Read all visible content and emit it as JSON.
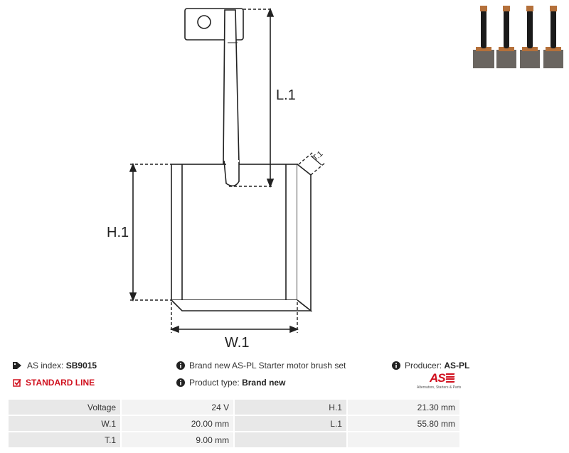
{
  "drawing": {
    "labels": {
      "l1": "L.1",
      "h1": "H.1",
      "w1": "W.1",
      "t1": "T.1"
    }
  },
  "photo": {
    "subject": "starter-motor-brush-set-photo",
    "count": 4
  },
  "info": {
    "as_index_label": "AS index:",
    "as_index_value": "SB9015",
    "standard_line": "STANDARD LINE",
    "description": "Brand new AS-PL Starter motor brush set",
    "product_type_label": "Product type:",
    "product_type_value": "Brand new",
    "producer_label": "Producer:",
    "producer_value": "AS-PL"
  },
  "logo": {
    "mark": "AS",
    "tagline": "Alternators, Starters & Parts"
  },
  "specs": {
    "rows": [
      {
        "label1": "Voltage",
        "value1": "24 V",
        "label2": "H.1",
        "value2": "21.30 mm"
      },
      {
        "label1": "W.1",
        "value1": "20.00 mm",
        "label2": "L.1",
        "value2": "55.80 mm"
      },
      {
        "label1": "T.1",
        "value1": "9.00 mm",
        "label2": "",
        "value2": ""
      }
    ]
  },
  "colors": {
    "accent": "#d0101e",
    "label_bg": "#e8e8e8",
    "value_bg": "#f3f3f3",
    "line": "#222222"
  }
}
